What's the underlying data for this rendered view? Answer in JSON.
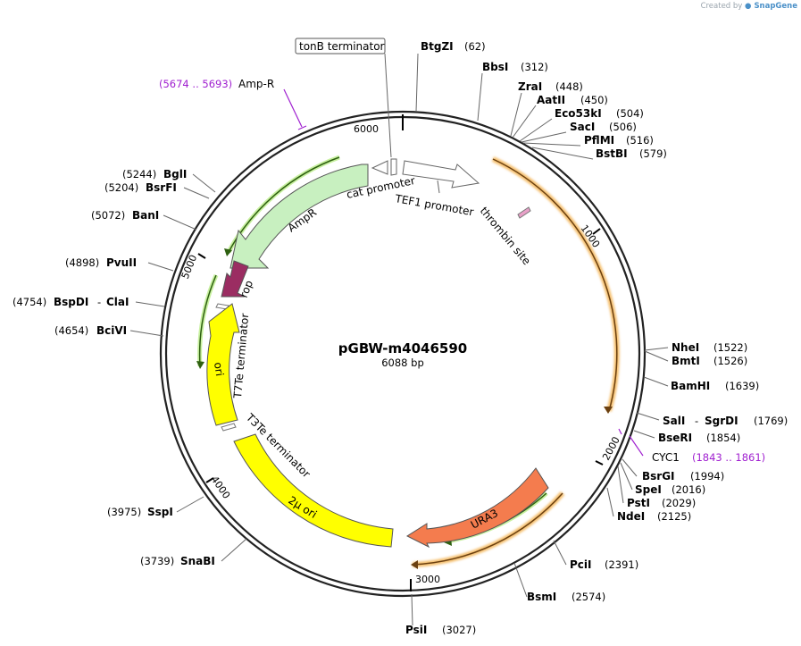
{
  "credit": {
    "prefix": "Created by",
    "brand": "SnapGene"
  },
  "plasmid": {
    "name": "pGBW-m4046590",
    "size": "6088 bp"
  },
  "ticks": [
    "1000",
    "2000",
    "3000",
    "4000",
    "5000",
    "6000"
  ],
  "sites": [
    {
      "name": "BtgZI",
      "pos": "(62)"
    },
    {
      "name": "BbsI",
      "pos": "(312)"
    },
    {
      "name": "ZraI",
      "pos": "(448)"
    },
    {
      "name": "AatII",
      "pos": "(450)"
    },
    {
      "name": "Eco53kI",
      "pos": "(504)"
    },
    {
      "name": "SacI",
      "pos": "(506)"
    },
    {
      "name": "PflMI",
      "pos": "(516)"
    },
    {
      "name": "BstBI",
      "pos": "(579)"
    },
    {
      "name": "NheI",
      "pos": "(1522)"
    },
    {
      "name": "BmtI",
      "pos": "(1526)"
    },
    {
      "name": "BamHI",
      "pos": "(1639)"
    },
    {
      "name": "SalI",
      "name2": "SgrDI",
      "pos": "(1769)"
    },
    {
      "name": "BseRI",
      "pos": "(1854)"
    },
    {
      "name": "BsrGI",
      "pos": "(1994)"
    },
    {
      "name": "SpeI",
      "pos": "(2016)"
    },
    {
      "name": "PstI",
      "pos": "(2029)"
    },
    {
      "name": "NdeI",
      "pos": "(2125)"
    },
    {
      "name": "PciI",
      "pos": "(2391)"
    },
    {
      "name": "BsmI",
      "pos": "(2574)"
    },
    {
      "name": "PsiI",
      "pos": "(3027)"
    },
    {
      "name": "SnaBI",
      "pos": "(3739)"
    },
    {
      "name": "SspI",
      "pos": "(3975)"
    },
    {
      "name": "BciVI",
      "pos": "(4654)"
    },
    {
      "name": "BspDI",
      "name2": "ClaI",
      "pos": "(4754)"
    },
    {
      "name": "PvuII",
      "pos": "(4898)"
    },
    {
      "name": "BanI",
      "pos": "(5072)"
    },
    {
      "name": "BsrFI",
      "pos": "(5204)"
    },
    {
      "name": "BglI",
      "pos": "(5244)"
    }
  ],
  "purple_features": {
    "amp_r": {
      "range": "(5674 .. 5693)",
      "name": "Amp-R"
    },
    "cyc1": {
      "name": "CYC1",
      "range": "(1843 .. 1861)"
    }
  },
  "features": {
    "tonB": "tonB terminator",
    "cat": "cat promoter",
    "tef1": "TEF1 promoter",
    "thrombin": "thrombin site",
    "ampr": "AmpR",
    "rop": "rop",
    "t7te": "T7Te terminator",
    "ori": "ori",
    "t3te": "T3Te terminator",
    "two_micron": "2μ ori",
    "ura3": "URA3"
  },
  "colors": {
    "backbone": "#222222",
    "orange": "#e39a2e",
    "green": "#5aa02c",
    "light_green": "#c8f0c0",
    "yellow": "#ffff00",
    "rop": "#9b2d62",
    "ura3": "#f47c4e",
    "purple": "#a020d0",
    "thrombin": "#e8a0c8"
  }
}
